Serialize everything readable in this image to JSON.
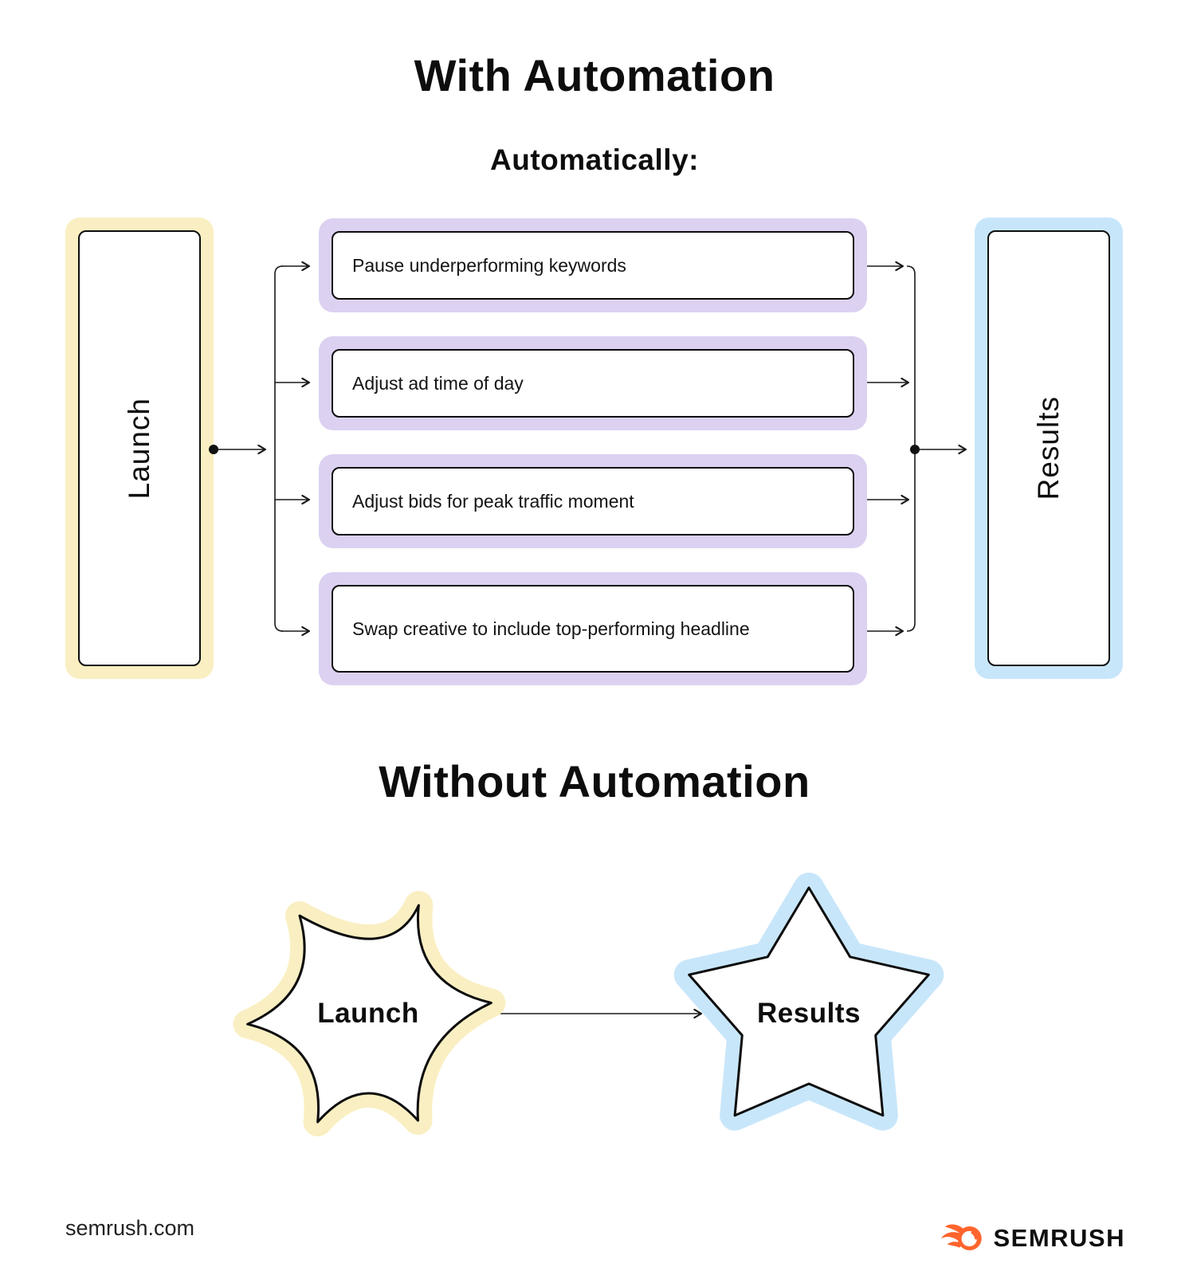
{
  "top_section": {
    "title": "With Automation",
    "subtitle": "Automatically:",
    "launch_label": "Launch",
    "results_label": "Results",
    "steps": [
      {
        "label": "Pause underperforming keywords"
      },
      {
        "label": "Adjust ad time of day"
      },
      {
        "label": "Adjust bids for peak traffic moment"
      },
      {
        "label": "Swap creative to include top-performing headline"
      }
    ]
  },
  "bottom_section": {
    "title": "Without Automation",
    "launch_label": "Launch",
    "results_label": "Results"
  },
  "footer": {
    "website": "semrush.com",
    "brand": "SEMRUSH"
  },
  "colors": {
    "launch_glow": "#FAEFC2",
    "steps_glow": "#DCD1F1",
    "results_glow": "#C8E6FA",
    "connector_line": "#1a1a1a",
    "brand_orange": "#FF642D"
  }
}
